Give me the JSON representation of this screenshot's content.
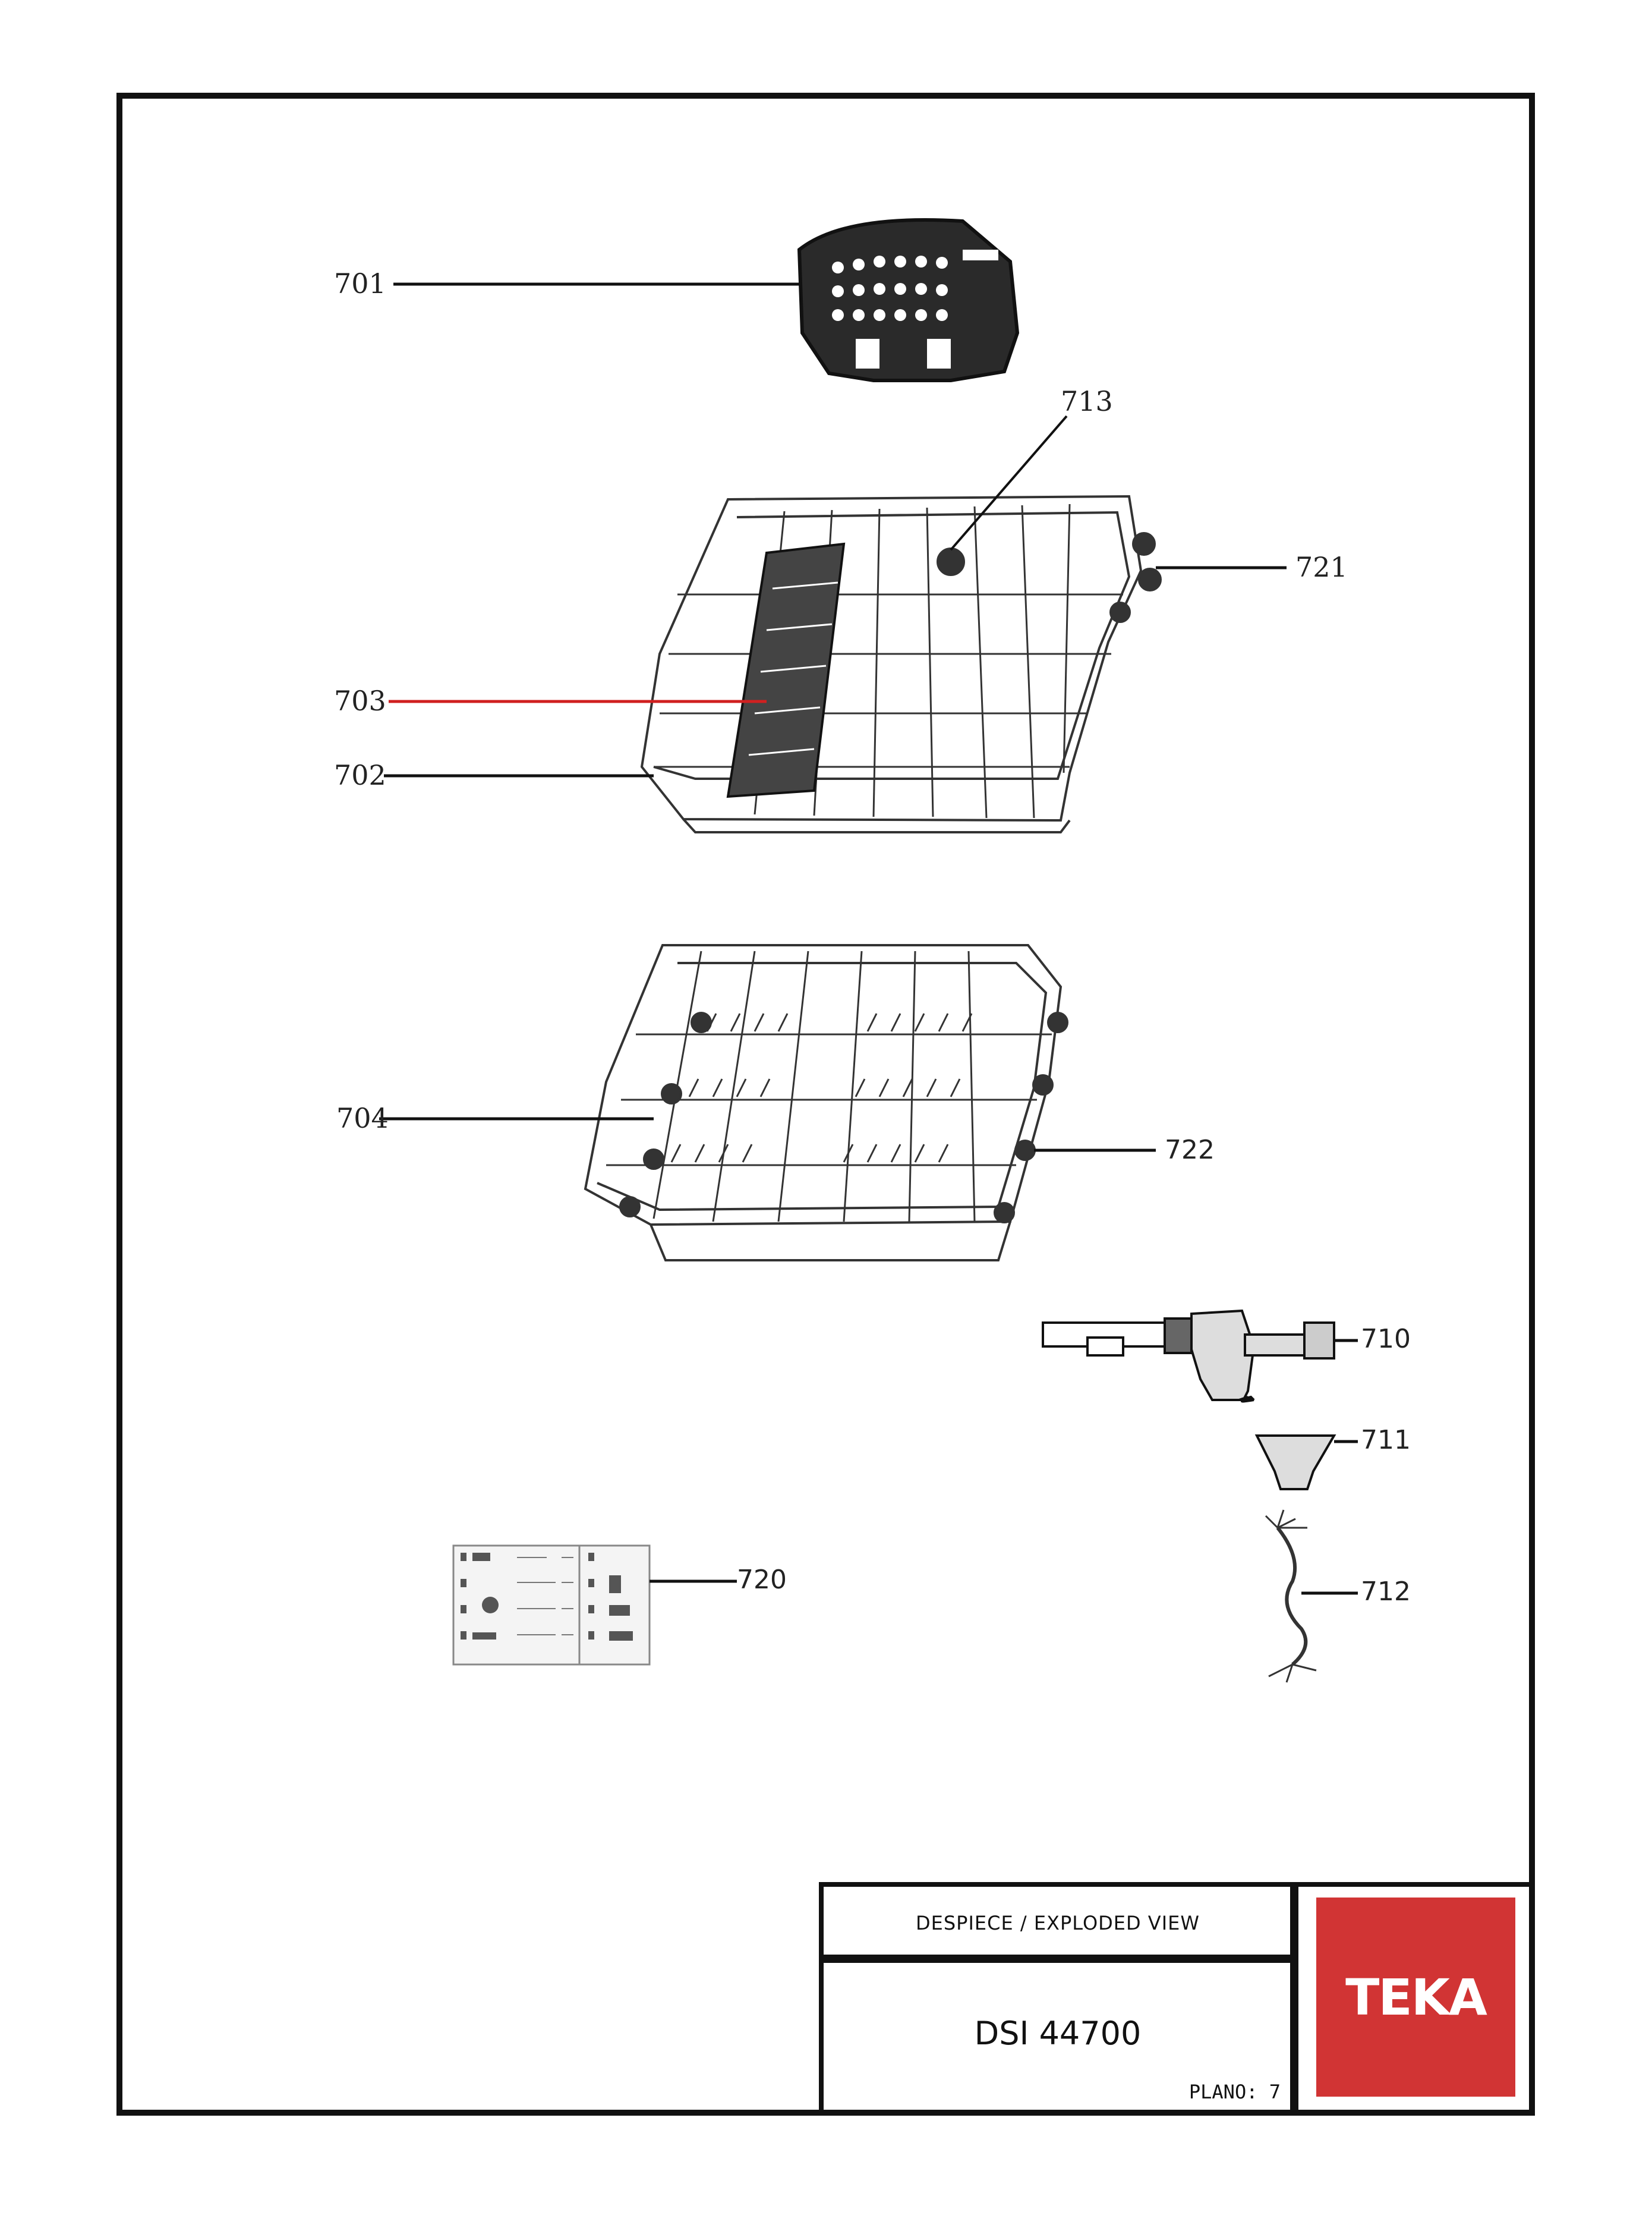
{
  "callouts": {
    "p701": "701",
    "p713": "713",
    "p721": "721",
    "p703": "703",
    "p702": "702",
    "p704": "704",
    "p722": "722",
    "p710": "710",
    "p711": "711",
    "p712": "712",
    "p720": "720"
  },
  "title_block": {
    "heading": "DESPIECE / EXPLODED VIEW",
    "model": "DSI 44700",
    "sheet": "PLANO: 7"
  },
  "logo": {
    "text": "TEKA",
    "color": "#d13434"
  },
  "colors": {
    "leader_highlight": "#d02020",
    "line": "#111111"
  }
}
